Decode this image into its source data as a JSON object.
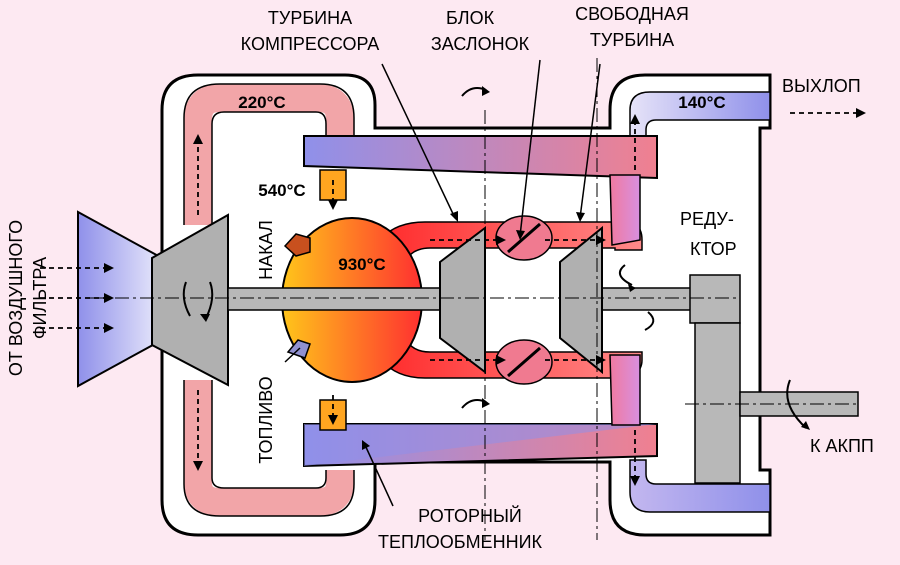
{
  "labels": {
    "compressor_turbine": [
      "ТУРБИНА",
      "КОМПРЕССОРА"
    ],
    "damper_block": [
      "БЛОК",
      "ЗАСЛОНОК"
    ],
    "free_turbine": [
      "СВОБОДНАЯ",
      "ТУРБИНА"
    ],
    "exhaust": "ВЫХЛОП",
    "gearbox": [
      "РЕДУ-",
      "КТОР"
    ],
    "to_transmission": "К АКПП",
    "rotary_exchanger": [
      "РОТОРНЫЙ",
      "ТЕПЛООБМЕННИК"
    ],
    "from_filter": [
      "ОТ ВОЗДУШНОГО",
      "ФИЛЬТРА"
    ],
    "glow": "НАКАЛ",
    "fuel": "ТОПЛИВО"
  },
  "temperatures": {
    "intake_duct": "220°C",
    "exhaust_duct": "140°C",
    "heated_air": "540°C",
    "combustion": "930°C"
  },
  "colors": {
    "background": "#fde9f2",
    "cold_air": "#8f90ea",
    "warm_air": "#f2a5a8",
    "hot_gas": "#ff3030",
    "exhaust_gas": "#d890e0",
    "combustion_hot": "#ffc51a",
    "machinery": "#b8b8b8"
  }
}
